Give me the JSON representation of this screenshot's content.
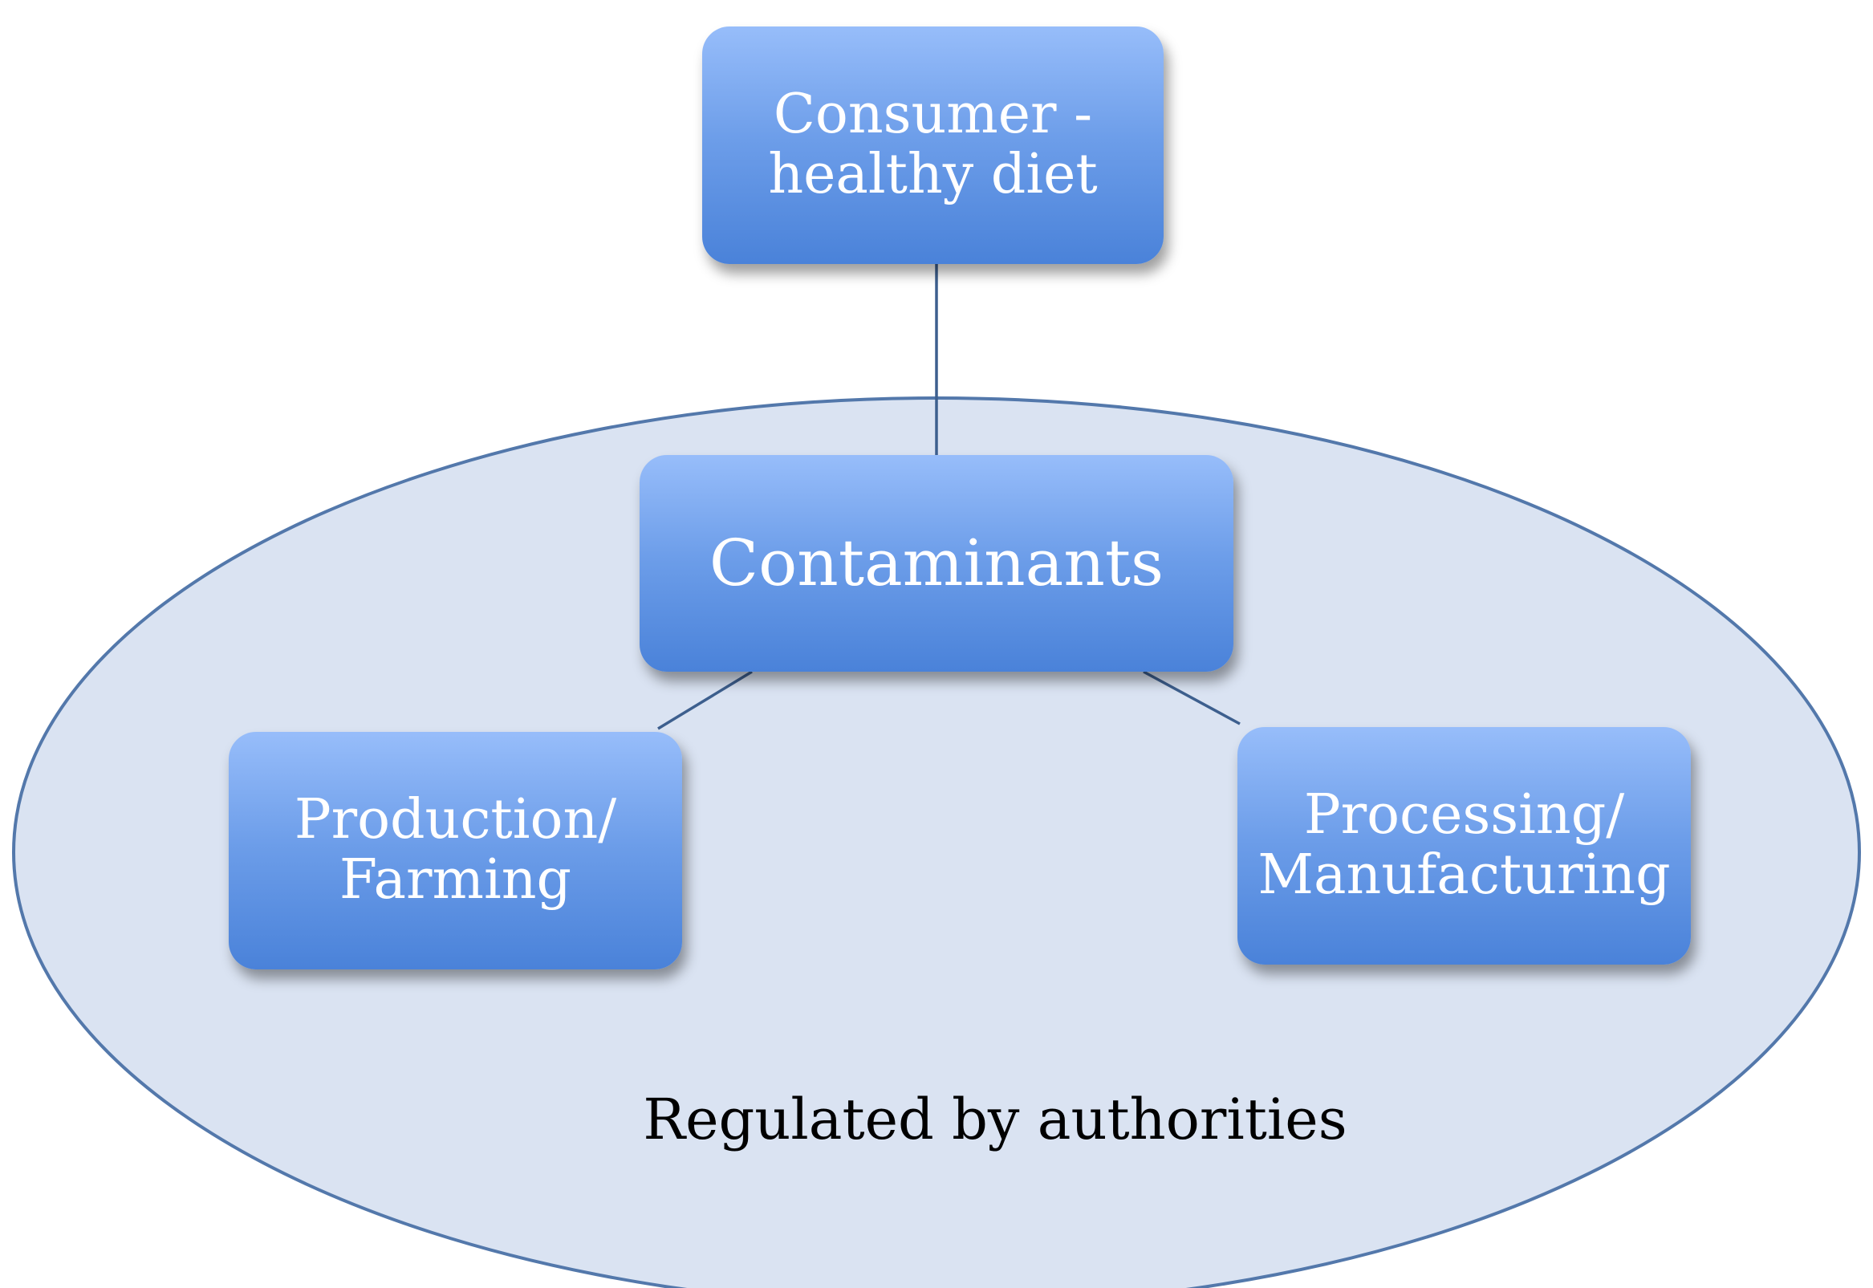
{
  "diagram": {
    "nodes": {
      "consumer": "Consumer -\nhealthy diet",
      "contaminants": "Contaminants",
      "production": "Production/\nFarming",
      "processing": "Processing/\nManufacturing"
    },
    "caption": "Regulated by authorities"
  },
  "colors": {
    "ellipse_fill": "#dae3f2",
    "ellipse_stroke": "#5378ab",
    "node_top": "#97bdfa",
    "node_bottom": "#4a82d9",
    "connector": "#3d5f8e",
    "node_text": "#ffffff",
    "caption_text": "#000000"
  }
}
